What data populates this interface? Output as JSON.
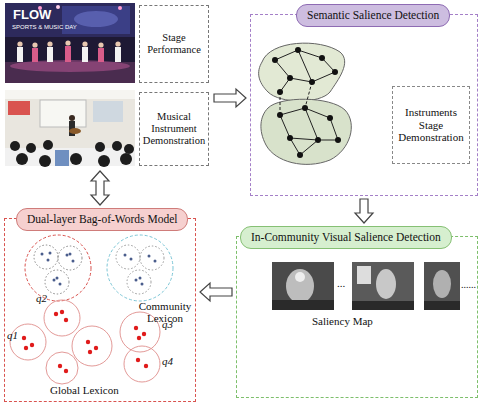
{
  "diagram": {
    "nodes": [
      {
        "text": [
          "Stage Performance"
        ]
      },
      {
        "text": [
          "Musical Instrument Demonstration"
        ]
      },
      {
        "text": [
          "Semantic Salience Detection"
        ]
      },
      {
        "text": [
          "Instruments Stage Demonstration"
        ],
        "in": 2
      },
      {
        "text": [
          "In-Community Visual Salience Detection"
        ]
      },
      {
        "text": [
          "Dual-layer Bag-of-Words Model"
        ]
      }
    ],
    "edges": [
      {
        "from": 1,
        "to": 2,
        "arrow": "to"
      },
      {
        "from": 2,
        "to": 4,
        "arrow": "to"
      },
      {
        "from": 4,
        "to": 5,
        "arrow": "to"
      },
      {
        "from": 1,
        "to": 5,
        "arrow": "both"
      }
    ],
    "labels": [
      "FLOW",
      "SPORTS & MUSIC DAY",
      "...",
      "......",
      "Saliency Map",
      "Community Lexicon",
      "q2",
      "q1",
      "q3",
      "q4",
      "Global Lexicon"
    ]
  }
}
